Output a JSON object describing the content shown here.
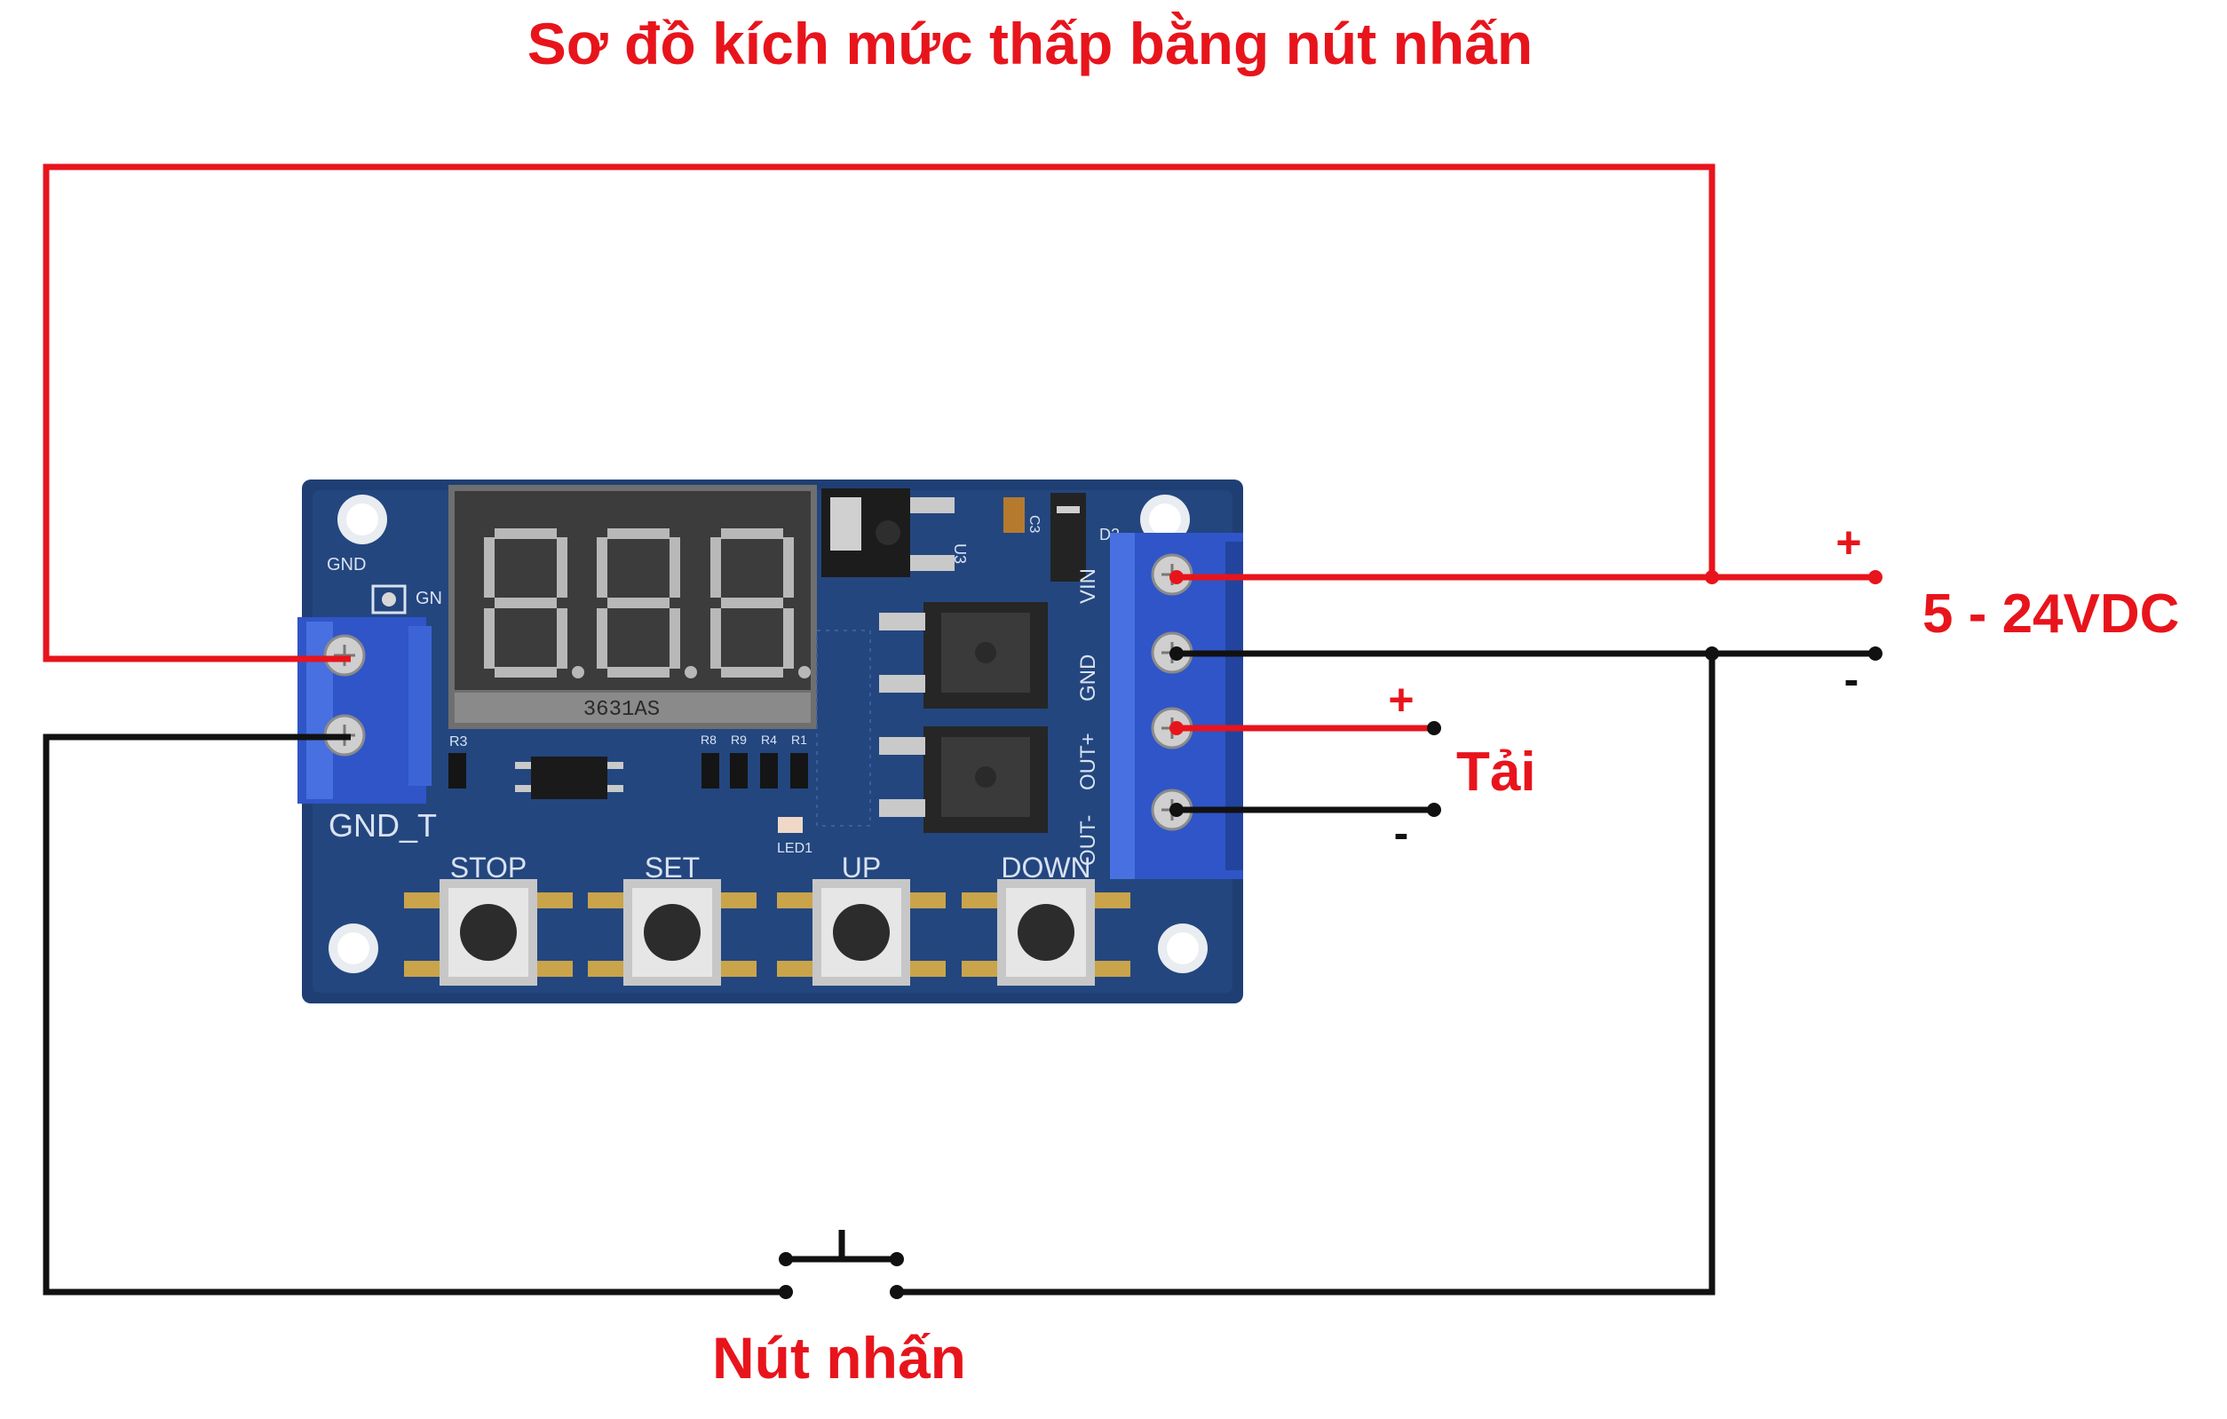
{
  "title": "Sơ đồ kích mức thấp bằng nút nhấn",
  "labels": {
    "supply": "5 - 24VDC",
    "supply_plus": "+",
    "supply_minus": "-",
    "load": "Tải",
    "load_plus": "+",
    "load_minus": "-",
    "button": "Nút nhấn"
  },
  "board": {
    "display_text": "3631AS",
    "silkscreen": {
      "gnd_t": "GND_T",
      "gnd": "GND",
      "gn": "GN",
      "vin": "VIN",
      "gnd_out": "GND",
      "out_plus": "OUT+",
      "out_minus": "OUT-",
      "d2": "D2",
      "c3": "C3",
      "u": "U3",
      "led": "LED1",
      "r3": "R3",
      "r8": "R8",
      "r9": "R9",
      "r4": "R4",
      "r1": "R1"
    },
    "buttons": [
      "STOP",
      "SET",
      "UP",
      "DOWN"
    ]
  },
  "colors": {
    "wire_red": "#e8141c",
    "wire_black": "#111111",
    "label_red": "#e8141c",
    "pcb": "#1f3f74",
    "terminal": "#2f55c8"
  }
}
